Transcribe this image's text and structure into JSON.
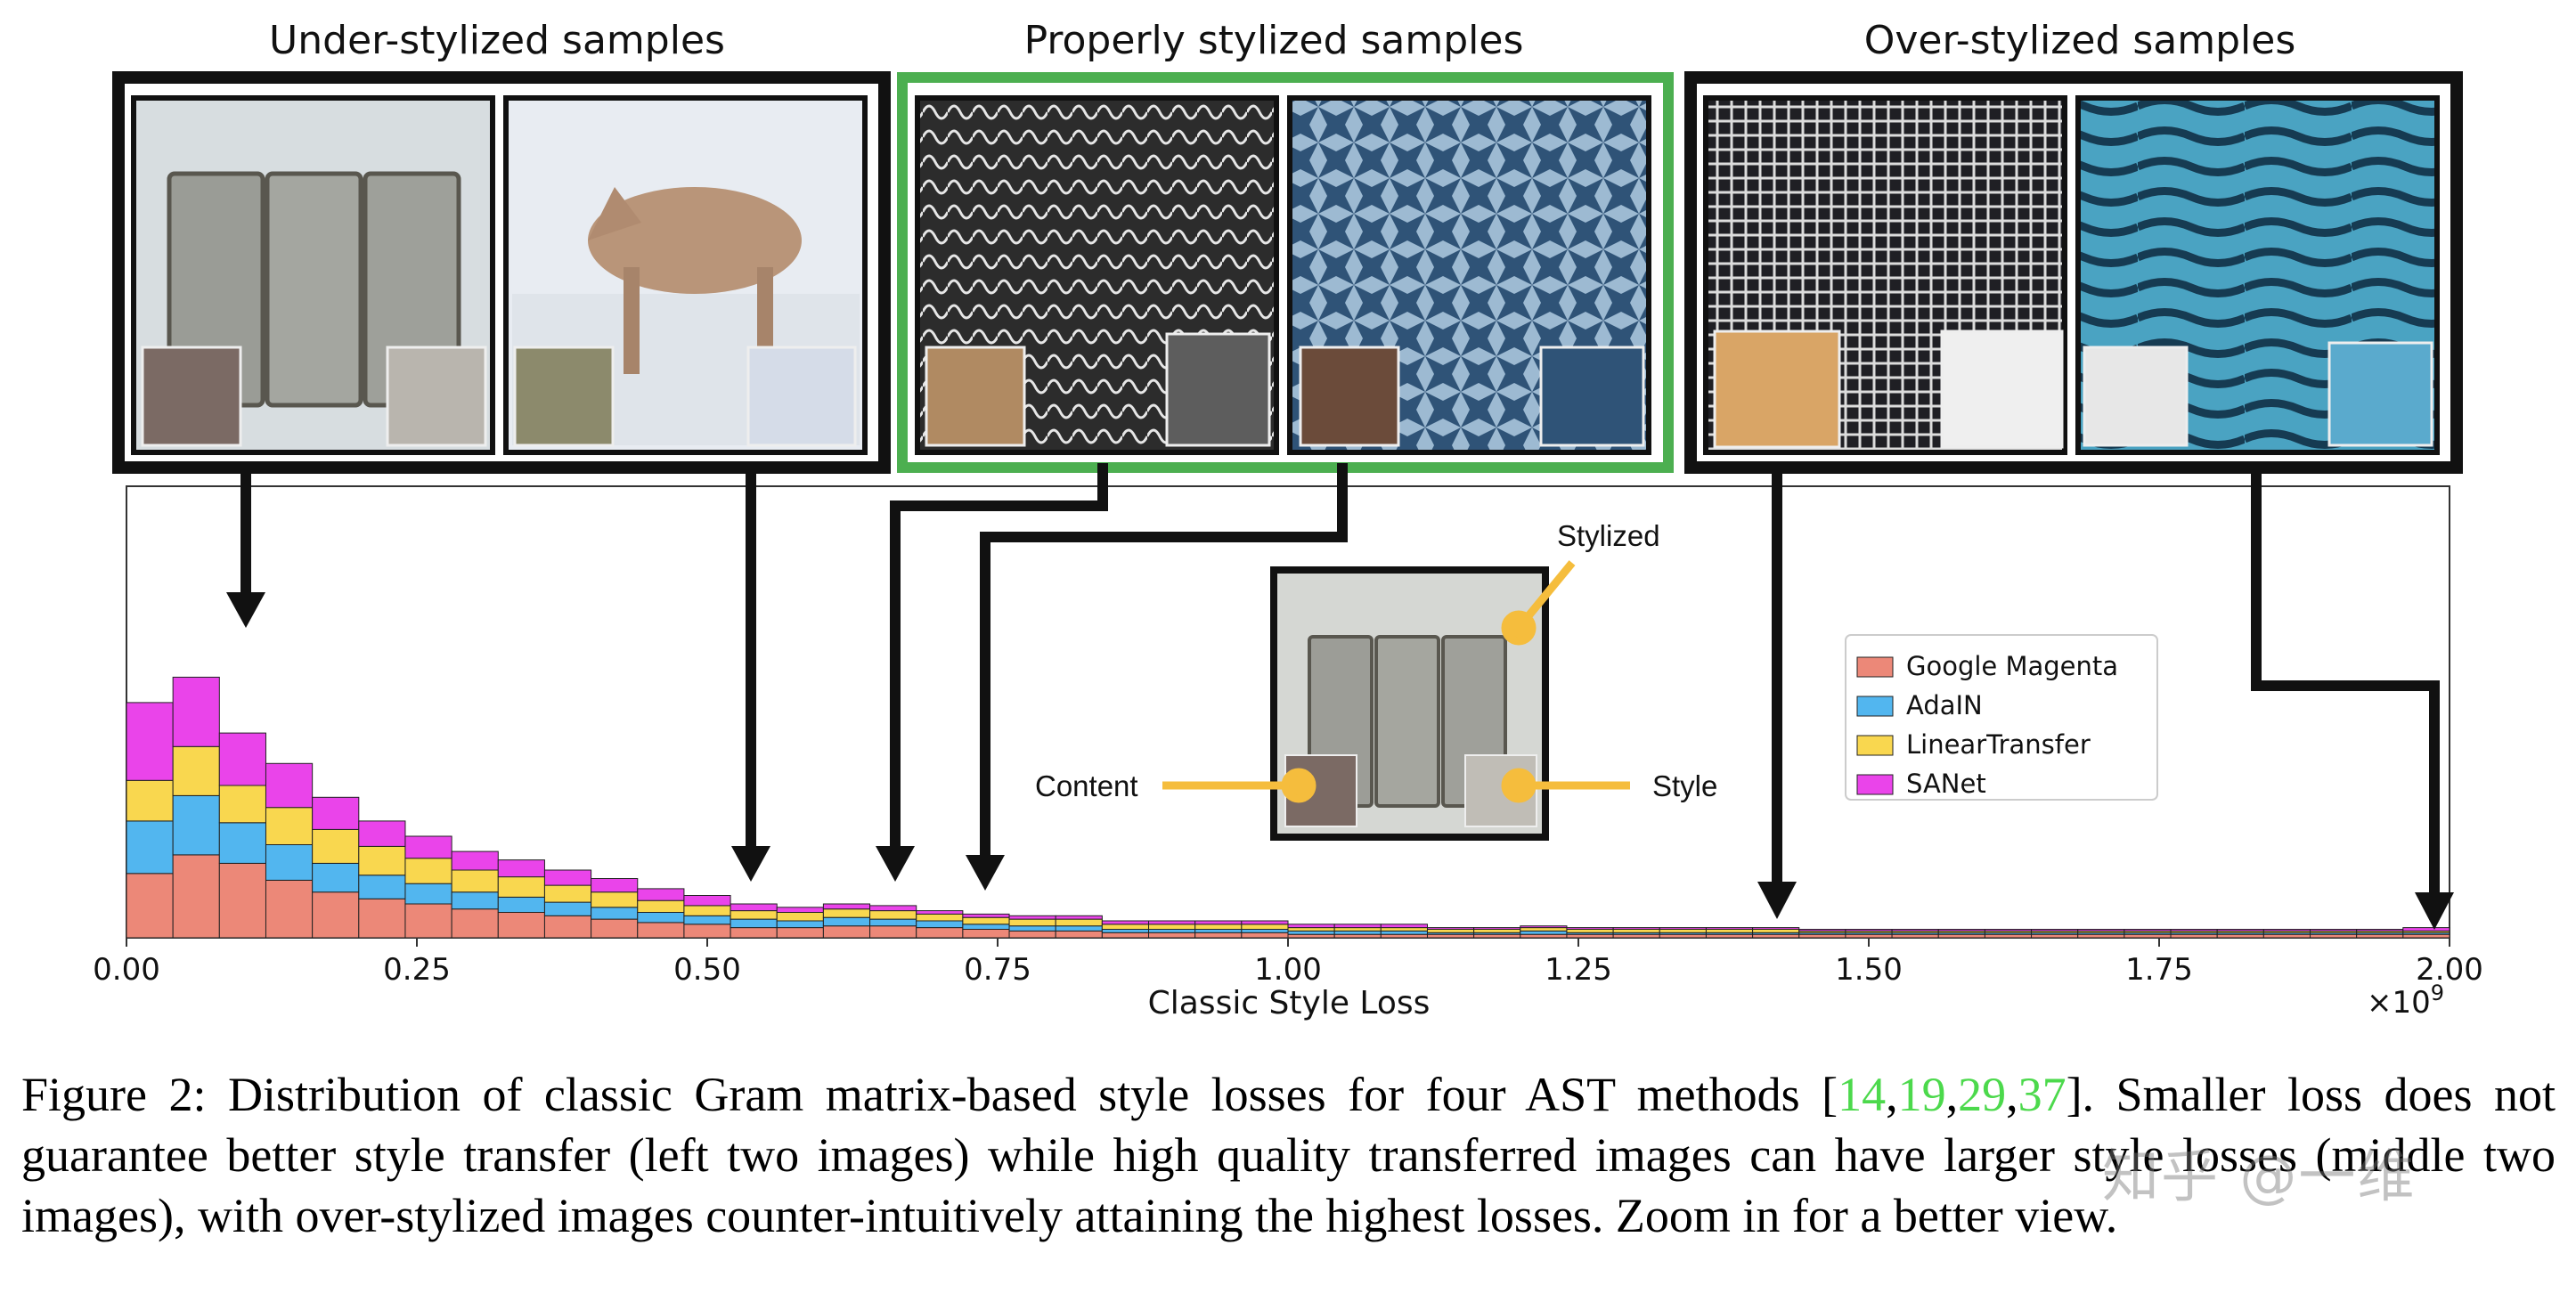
{
  "panels": [
    {
      "title": "Under-stylized samples",
      "border_color": "#111111"
    },
    {
      "title": "Properly stylized samples",
      "border_color": "#4caf50"
    },
    {
      "title": "Over-stylized samples",
      "border_color": "#111111"
    }
  ],
  "inset": {
    "stylized": "Stylized",
    "content": "Content",
    "style": "Style"
  },
  "x_multiplier": {
    "base": "×10",
    "exponent": "9"
  },
  "colors": {
    "Google Magenta": "#ec8878",
    "AdaIN": "#52b6ef",
    "LinearTransfer": "#f9d74f",
    "SANet": "#ea44ea",
    "callout": "#f5bd3d"
  },
  "chart_data": {
    "type": "bar",
    "stacked": true,
    "xlabel": "Classic Style Loss",
    "ylabel": "",
    "xlim": [
      0,
      2.0
    ],
    "x_ticks": [
      "0.00",
      "0.25",
      "0.50",
      "0.75",
      "1.00",
      "1.25",
      "1.50",
      "1.75",
      "2.00"
    ],
    "x_tick_values": [
      0,
      0.25,
      0.5,
      0.75,
      1.0,
      1.25,
      1.5,
      1.75,
      2.0
    ],
    "bin_width": 0.04,
    "y_axis_ticks_shown": false,
    "legend_position": "upper-right-center",
    "series": [
      {
        "name": "Google Magenta",
        "values": [
          38,
          49,
          44,
          34,
          27,
          23,
          20,
          17,
          15,
          13,
          11,
          9,
          8,
          6,
          6,
          7,
          7,
          6,
          5,
          4,
          4,
          3,
          3,
          3,
          3,
          2,
          2,
          2,
          2,
          2,
          2,
          2,
          2,
          2,
          2,
          2,
          2,
          2,
          2,
          2,
          2,
          2,
          2,
          2,
          2,
          2,
          2,
          2,
          2,
          2
        ]
      },
      {
        "name": "AdaIN",
        "values": [
          31,
          35,
          24,
          21,
          17,
          14,
          12,
          10,
          9,
          8,
          7,
          6,
          5,
          5,
          4,
          5,
          4,
          4,
          3,
          3,
          3,
          2,
          2,
          2,
          2,
          2,
          2,
          2,
          1,
          1,
          2,
          1,
          1,
          1,
          1,
          1,
          1,
          1,
          1,
          1,
          1,
          1,
          1,
          1,
          1,
          1,
          1,
          1,
          1,
          1
        ]
      },
      {
        "name": "LinearTransfer",
        "values": [
          24,
          29,
          22,
          22,
          20,
          17,
          15,
          13,
          12,
          10,
          9,
          7,
          6,
          5,
          5,
          5,
          5,
          4,
          4,
          4,
          4,
          3,
          3,
          3,
          3,
          2,
          2,
          2,
          2,
          2,
          2,
          2,
          2,
          2,
          2,
          2,
          1,
          1,
          1,
          1,
          1,
          1,
          1,
          1,
          1,
          1,
          1,
          1,
          1,
          1
        ]
      },
      {
        "name": "SANet",
        "values": [
          46,
          41,
          31,
          26,
          19,
          15,
          13,
          11,
          10,
          9,
          8,
          7,
          6,
          4,
          3,
          3,
          3,
          2,
          2,
          2,
          2,
          2,
          2,
          2,
          2,
          2,
          2,
          2,
          1,
          1,
          1,
          1,
          1,
          1,
          1,
          1,
          1,
          1,
          1,
          1,
          1,
          1,
          1,
          1,
          1,
          1,
          1,
          1,
          1,
          2
        ]
      }
    ]
  },
  "caption": {
    "prefix": "Figure 2: Distribution of classic Gram matrix-based style losses for four AST methods [",
    "cites": [
      "14",
      "19",
      "29",
      "37"
    ],
    "suffix": "]. Smaller loss does not guarantee better style transfer (left two images) while high quality transferred images can have larger style losses (middle two images), with over-stylized images counter-intuitively attaining the highest losses. Zoom in for a better view."
  },
  "watermark": "知乎 @一维"
}
